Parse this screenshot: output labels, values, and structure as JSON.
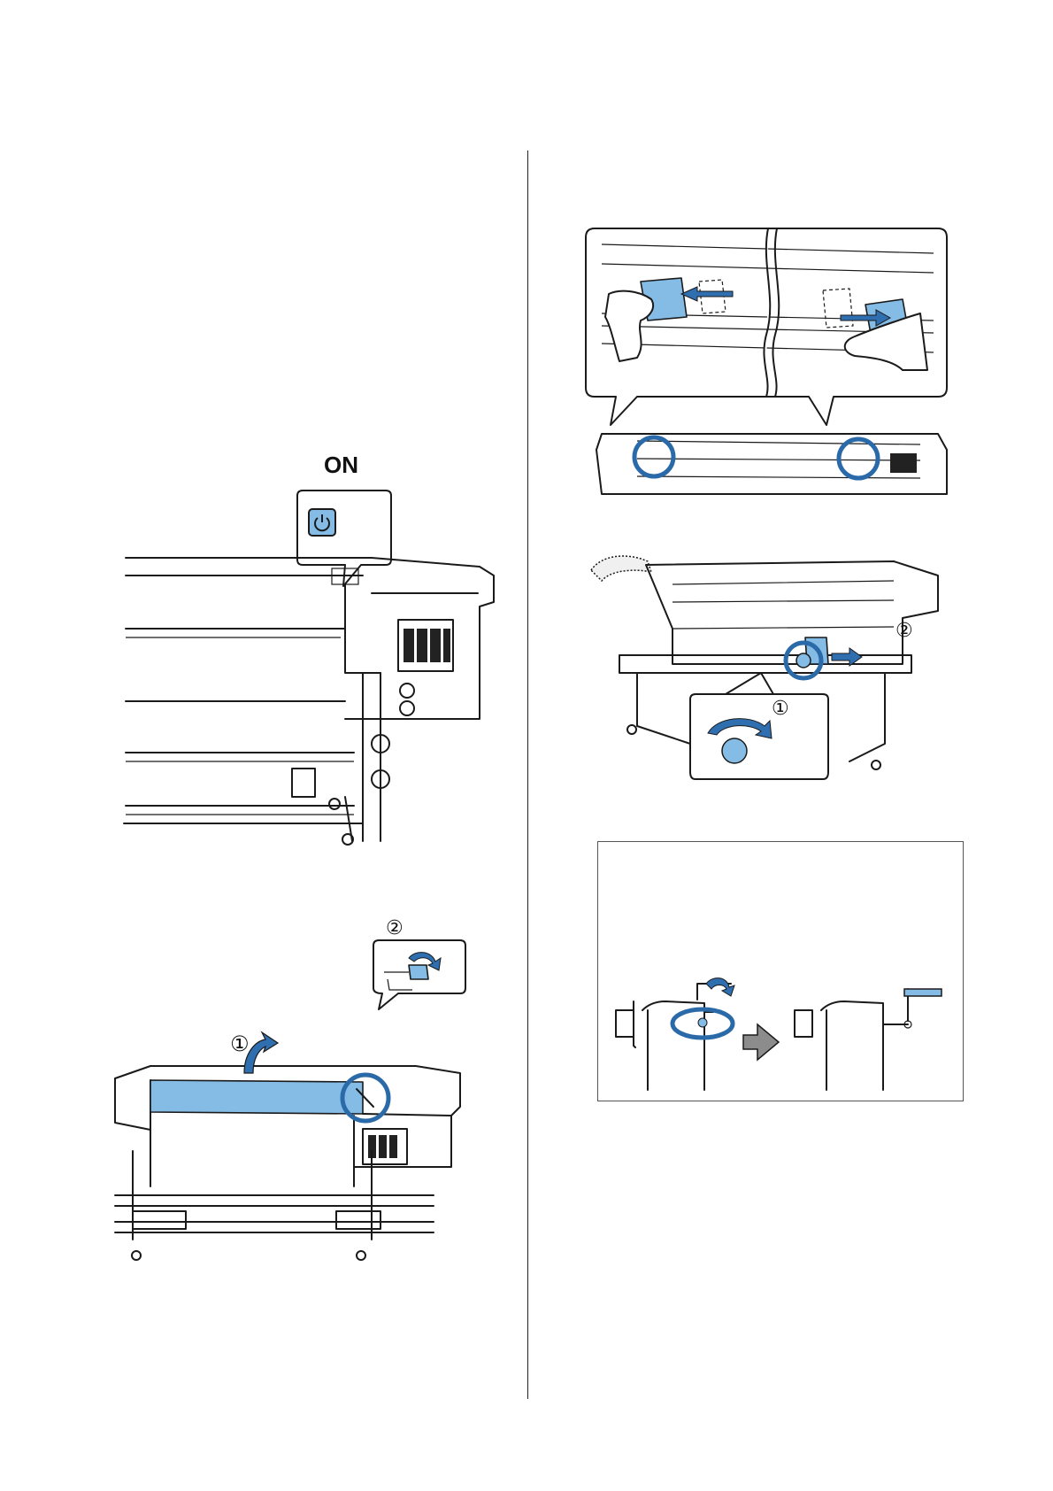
{
  "page": {
    "divider": true
  },
  "figure_power": {
    "label": "ON",
    "icon": "power-icon"
  },
  "figure_cover": {
    "step1": "①",
    "step2": "②",
    "icon": "curved-arrow-icon"
  },
  "figure_plates": {
    "icon": "double-arrow-icon"
  },
  "figure_roll": {
    "step1": "①",
    "step2": "②",
    "icon": "rotate-arrow-icon"
  },
  "note_figure": {
    "icon": "right-arrow-icon"
  },
  "colors": {
    "accent": "#84bce6",
    "ring": "#2b6aa8",
    "arrow": "#2f6fb0",
    "grey_arrow": "#8c8c8c"
  }
}
